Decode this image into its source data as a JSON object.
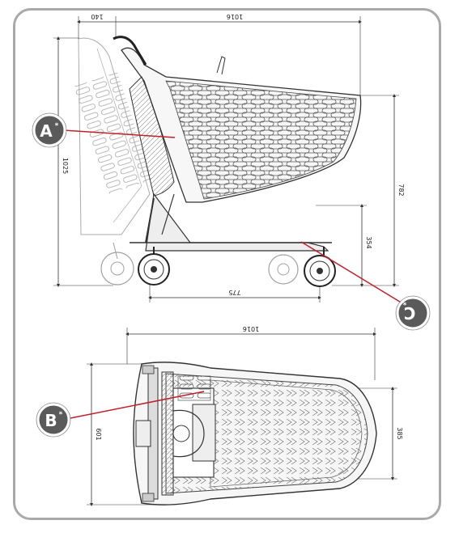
{
  "drawing": {
    "side_view": {
      "dim_top_short": "140",
      "dim_top_long": "1016",
      "dim_left_height": "1025",
      "dim_right_basket": "782",
      "dim_right_chassis": "354",
      "dim_wheelbase": "775"
    },
    "top_view": {
      "dim_length": "1016",
      "dim_width_outer": "601",
      "dim_width_inner": "385"
    },
    "callouts": [
      {
        "letter": "A",
        "mark": "*"
      },
      {
        "letter": "B",
        "mark": "*"
      },
      {
        "letter": "C",
        "mark": "*"
      }
    ],
    "colors": {
      "frame_border": "#a9a9a9",
      "callout_fill": "#5a5a5a",
      "callout_ring": "#ffffff",
      "leader_line": "#c0212a",
      "drawing_line": "#333333"
    }
  }
}
